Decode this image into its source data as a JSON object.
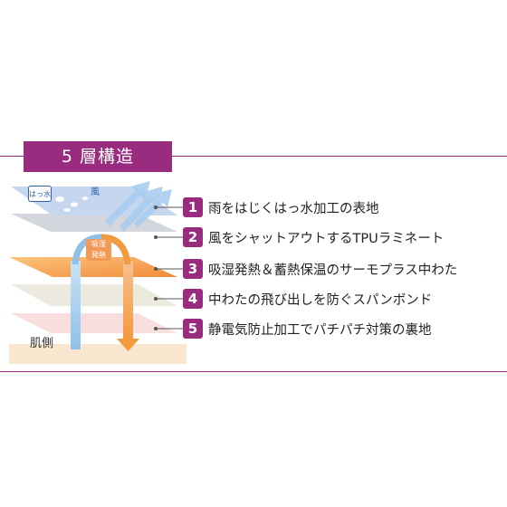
{
  "title": "5 層構造",
  "labels": {
    "water_badge": "はっ水",
    "wind": "風",
    "heat_badge_line1": "吸湿",
    "heat_badge_line2": "発熱",
    "skin_side": "肌側"
  },
  "layers": [
    {
      "number": "1",
      "text": "雨をはじくはっ水加工の表地"
    },
    {
      "number": "2",
      "text": "風をシャットアウトするTPUラミネート"
    },
    {
      "number": "3",
      "text": "吸湿発熱＆蓄熱保温のサーモプラス中わた"
    },
    {
      "number": "4",
      "text": "中わたの飛び出しを防ぐスパンボンド"
    },
    {
      "number": "5",
      "text": "静電気防止加工でパチパチ対策の裏地"
    }
  ],
  "colors": {
    "accent": "#9a2c80",
    "layer1": "#c6d6ef",
    "layer2": "#d3d6dc",
    "layer3": "#f4a24f",
    "layer4": "#ece9de",
    "layer5": "#f8dedd",
    "skin": "#f8e6cf",
    "arrow_blue": "#8fc1e8",
    "arrow_orange": "#f39a3e"
  }
}
